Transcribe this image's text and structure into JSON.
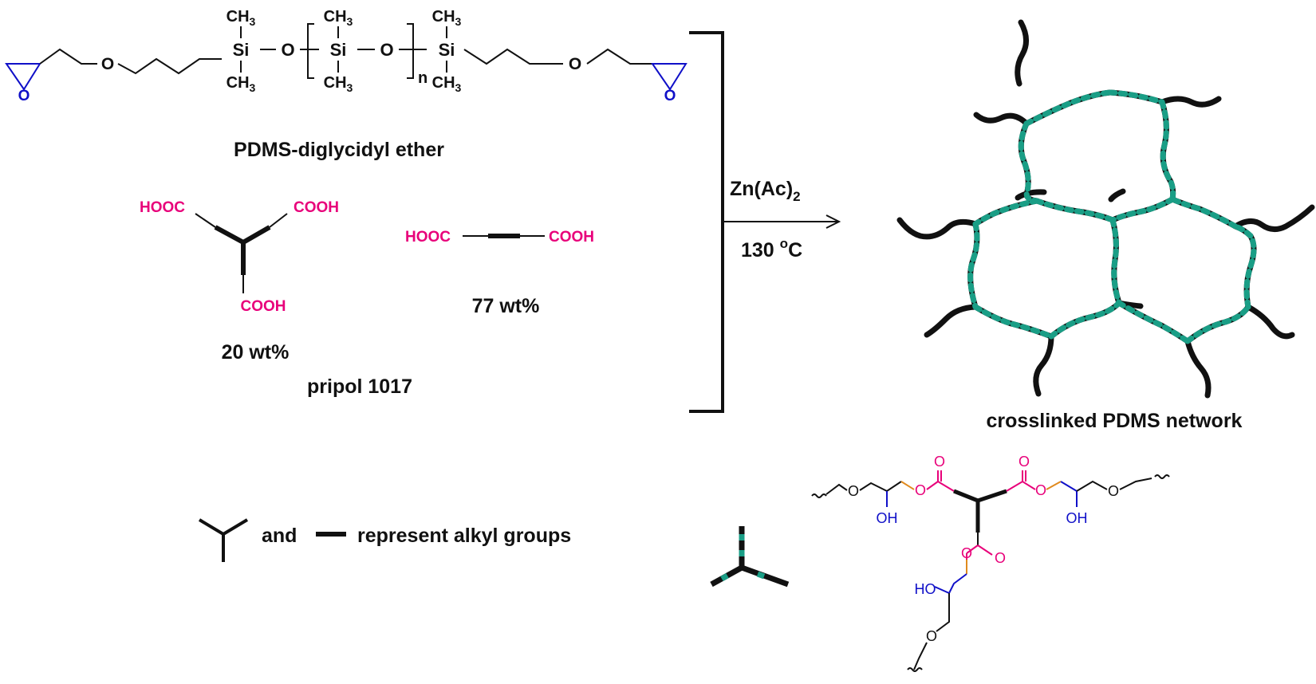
{
  "colors": {
    "ink": "#111111",
    "magenta": "#e8007a",
    "blue": "#1010c8",
    "orange": "#e08a1e",
    "teal": "#1a9e86"
  },
  "pdms": {
    "si": "Si",
    "o": "O",
    "ch3": "CH",
    "sub3": "3",
    "n": "n",
    "caption": "PDMS-diglycidyl ether"
  },
  "acids": {
    "hooc": "HOOC",
    "cooh": "COOH",
    "tri_wt": "20 wt%",
    "di_wt": "77 wt%",
    "name": "pripol 1017"
  },
  "conditions": {
    "catalyst_main": "Zn(Ac)",
    "catalyst_sub": "2",
    "temp_num": "130 ",
    "temp_sup": "o",
    "temp_unit": "C"
  },
  "network": {
    "caption": "crosslinked PDMS network"
  },
  "legend": {
    "and": "and",
    "represent": "represent alkyl groups"
  },
  "detail": {
    "o": "O",
    "oh": "OH",
    "ho": "HO"
  }
}
